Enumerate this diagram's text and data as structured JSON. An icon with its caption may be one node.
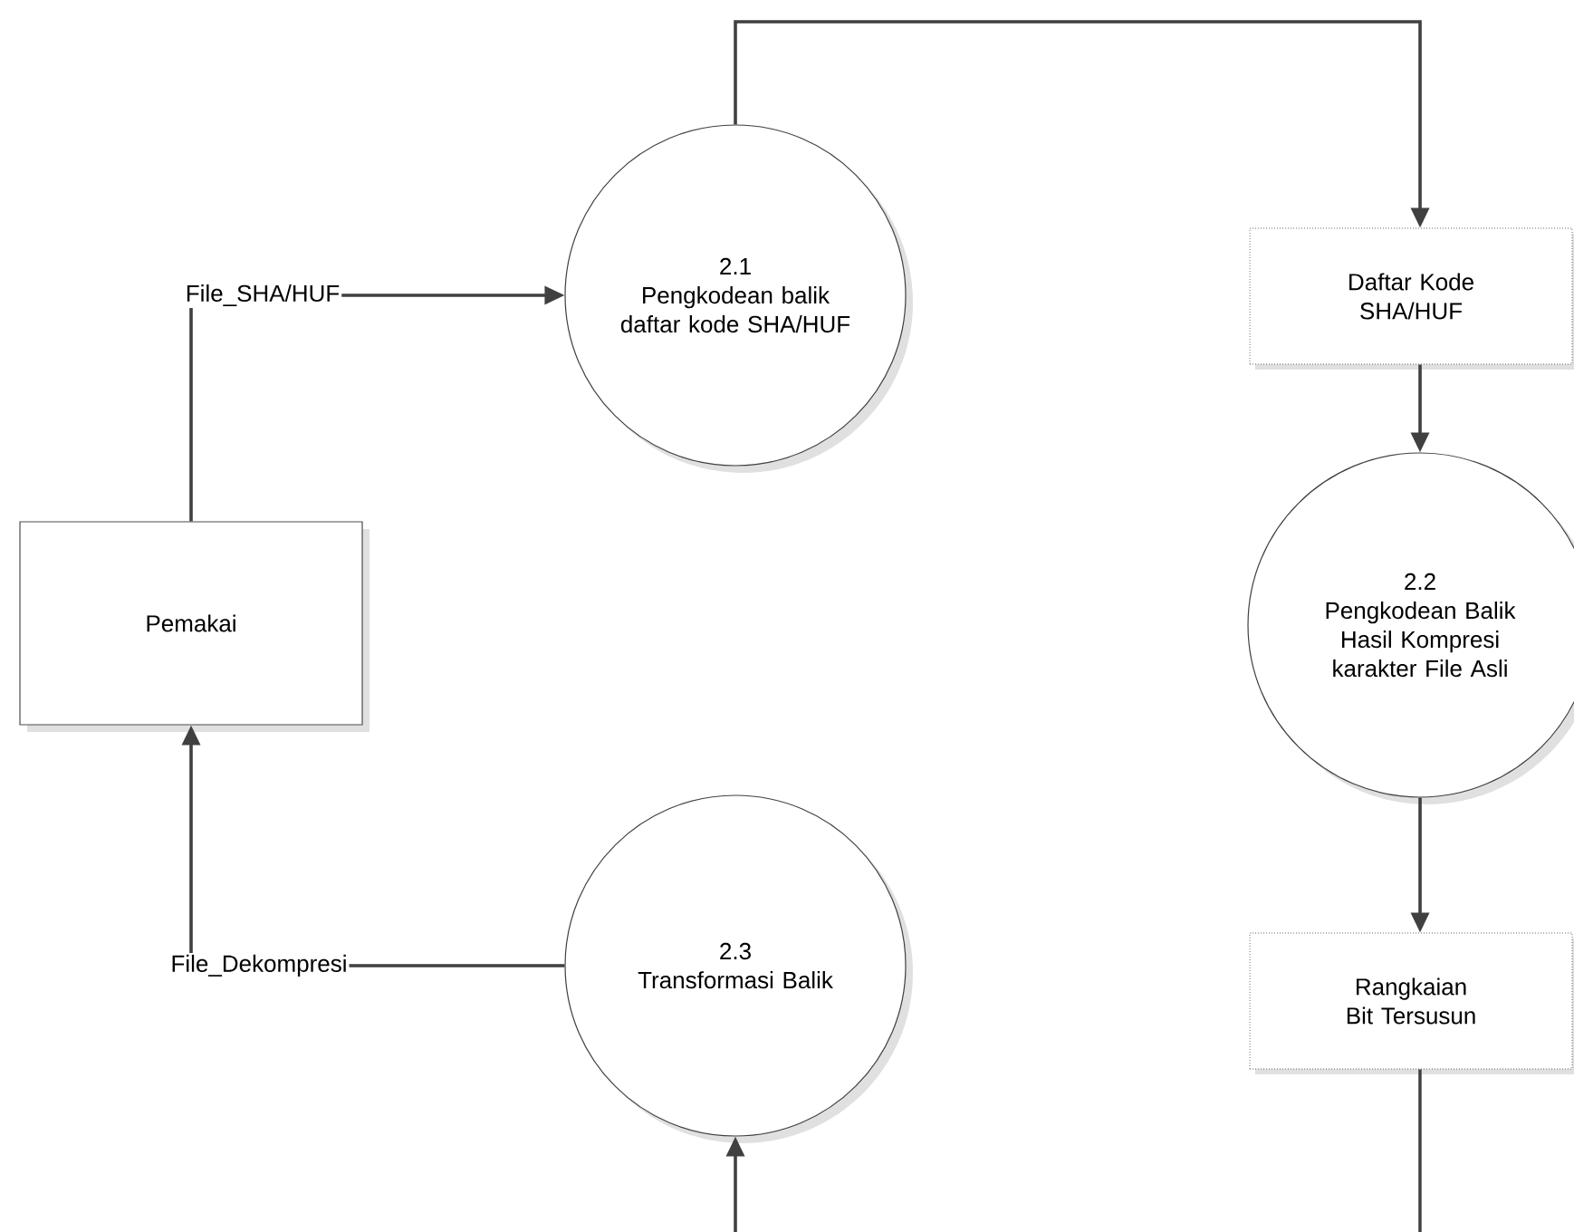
{
  "diagram": {
    "nodes": [
      {
        "text": [
          "Pemakai"
        ]
      },
      {
        "text": [
          "2.1",
          "Pengkodean balik daftar kode SHA/HUF"
        ]
      },
      {
        "text": [
          "Daftar Kode SHA/HUF"
        ]
      },
      {
        "text": [
          "2.2",
          "Pengkodean Balik Hasil Kompresi karakter File Asli"
        ]
      },
      {
        "text": [
          "Rangkaian Bit Tersusun"
        ]
      },
      {
        "text": [
          "2.3",
          "Transformasi Balik"
        ]
      }
    ],
    "edges": [
      {
        "from": 0,
        "to": 1,
        "arrow": "to",
        "label": "File_SHA/HUF"
      },
      {
        "from": 1,
        "to": 2,
        "arrow": "to"
      },
      {
        "from": 2,
        "to": 3,
        "arrow": "to"
      },
      {
        "from": 3,
        "to": 4,
        "arrow": "to"
      },
      {
        "from": 4,
        "to": 5,
        "arrow": "to"
      },
      {
        "from": 5,
        "to": 0,
        "arrow": "to",
        "label": "File_Dekompresi"
      }
    ]
  }
}
